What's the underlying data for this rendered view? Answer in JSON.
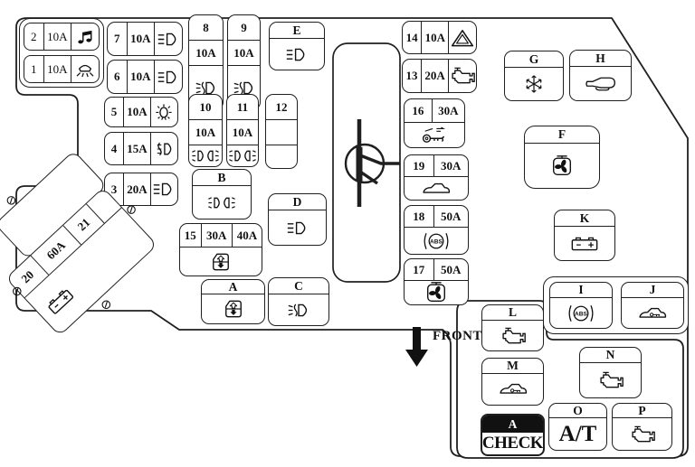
{
  "diagram": {
    "front_label": "FRONT",
    "center_symbol": "transistor-icon",
    "line_color": "#1f1f1f",
    "background": "#ffffff"
  },
  "fuses": {
    "f1": {
      "num": "1",
      "amp": "10A",
      "icon": "dome-light-icon"
    },
    "f2": {
      "num": "2",
      "amp": "10A",
      "icon": "music-note-icon"
    },
    "f3": {
      "num": "3",
      "amp": "20A",
      "icon": "headlight-icon"
    },
    "f4": {
      "num": "4",
      "amp": "15A",
      "icon": "tail-light-icon"
    },
    "f5": {
      "num": "5",
      "amp": "10A",
      "icon": "bulb-icon"
    },
    "f6": {
      "num": "6",
      "amp": "10A",
      "icon": "headlight-icon"
    },
    "f7": {
      "num": "7",
      "amp": "10A",
      "icon": "headlight-icon"
    },
    "f8": {
      "num": "8",
      "amp": "10A",
      "icon": "fog-light-icon"
    },
    "f9": {
      "num": "9",
      "amp": "10A",
      "icon": "fog-light-icon"
    },
    "f10": {
      "num": "10",
      "amp": "10A",
      "icon": "parking-lights-icon"
    },
    "f11": {
      "num": "11",
      "amp": "10A",
      "icon": "parking-lights-icon"
    },
    "f12": {
      "num": "12",
      "amp": "",
      "icon": ""
    },
    "f13": {
      "num": "13",
      "amp": "20A",
      "icon": "engine-icon"
    },
    "f14": {
      "num": "14",
      "amp": "10A",
      "icon": "warning-triangle-icon"
    },
    "f15": {
      "num": "15",
      "amp1": "30A",
      "amp2": "40A",
      "icon": "window-icon"
    },
    "f16": {
      "num": "16",
      "amp": "30A",
      "icon": "ignition-key-icon"
    },
    "f17": {
      "num": "17",
      "amp": "50A",
      "icon": "fan-icon"
    },
    "f18": {
      "num": "18",
      "amp": "50A",
      "icon": "abs-icon"
    },
    "f19": {
      "num": "19",
      "amp": "30A",
      "icon": "car-icon"
    }
  },
  "battery_block": {
    "num_left": "20",
    "amp": "60A",
    "num_right": "21",
    "icon": "battery-icon",
    "screw_icon": "screw-icon"
  },
  "relays": {
    "A": {
      "label": "A",
      "icon": "window-icon"
    },
    "B": {
      "label": "B",
      "icon": "parking-lights-icon"
    },
    "C": {
      "label": "C",
      "icon": "fog-light-icon"
    },
    "D": {
      "label": "D",
      "icon": "headlight-icon"
    },
    "E": {
      "label": "E",
      "icon": "headlight-icon"
    },
    "F": {
      "label": "F",
      "icon": "fan-icon"
    },
    "G": {
      "label": "G",
      "icon": "snowflake-icon"
    },
    "H": {
      "label": "H",
      "icon": "horn-icon"
    },
    "I": {
      "label": "I",
      "icon": "abs-icon"
    },
    "J": {
      "label": "J",
      "icon": "car-key-icon"
    },
    "K": {
      "label": "K",
      "icon": "battery-icon"
    },
    "L": {
      "label": "L",
      "icon": "engine-icon"
    },
    "M": {
      "label": "M",
      "icon": "car-key-icon"
    },
    "N": {
      "label": "N",
      "icon": "engine-icon"
    },
    "O": {
      "label": "O",
      "text": "A/T"
    },
    "P": {
      "label": "P",
      "icon": "engine-icon"
    }
  },
  "check_block": {
    "label": "A",
    "text": "CHECK"
  }
}
